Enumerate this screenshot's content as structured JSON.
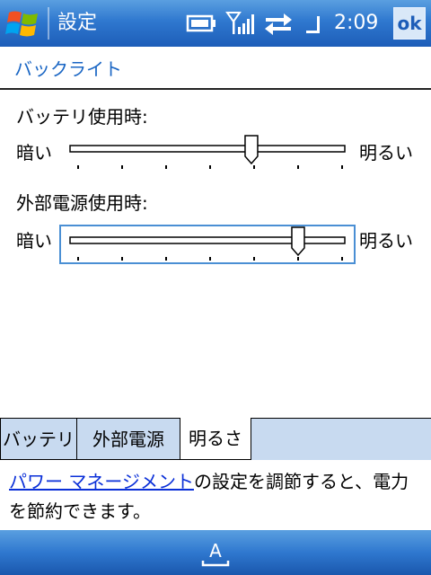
{
  "title_bar": {
    "title": "設定",
    "clock": "2:09",
    "ok_label": "ok",
    "icons": [
      "windows-start-icon",
      "battery-icon",
      "signal-icon",
      "sync-icon",
      "volume-icon"
    ]
  },
  "page": {
    "header": "バックライト",
    "battery_section": {
      "label": "バッテリ使用時:",
      "min_label": "暗い",
      "max_label": "明るい",
      "level": 0.66
    },
    "external_section": {
      "label": "外部電源使用時:",
      "min_label": "暗い",
      "max_label": "明るい",
      "level": 0.83
    }
  },
  "tabs": [
    {
      "label": "バッテリ",
      "active": false
    },
    {
      "label": "外部電源",
      "active": false
    },
    {
      "label": "明るさ",
      "active": true
    }
  ],
  "info": {
    "link_text": "パワー マネージメント",
    "text": "の設定を調節すると、電力を節約できます。"
  },
  "bottom_bar": {
    "sip_icon": "keyboard-input-icon"
  },
  "colors": {
    "title_bar": "#2f78cf",
    "header_text": "#1a66c4",
    "link": "#0a2fd8",
    "tab_bg": "#c8daf0",
    "focus_border": "#4a8fd4"
  }
}
